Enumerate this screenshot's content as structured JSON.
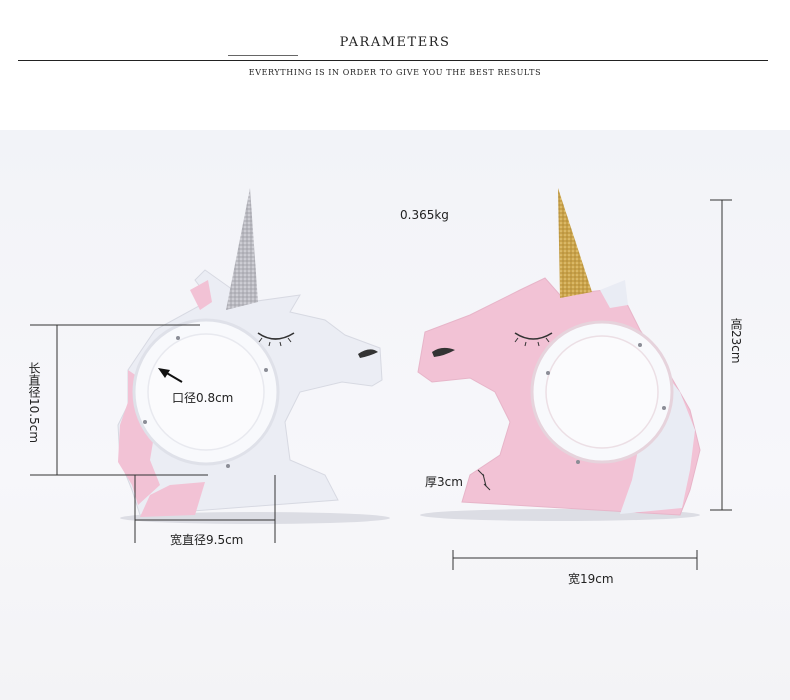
{
  "header": {
    "title": "PARAMETERS",
    "subtitle": "EVERYTHING IS IN ORDER TO GIVE YOU THE BEST RESULTS"
  },
  "measurements": {
    "weight": "0.365kg",
    "opening": "口径0.8cm",
    "long_diameter": "长直径10.5cm",
    "wide_diameter": "宽直径9.5cm",
    "height": "高23cm",
    "thickness": "厚3cm",
    "width": "宽19cm"
  },
  "colors": {
    "pink": "#f2c2d5",
    "white_body": "#e9ecf4",
    "silver_horn": "#b8b8be",
    "gold_horn": "#c9a24a"
  }
}
